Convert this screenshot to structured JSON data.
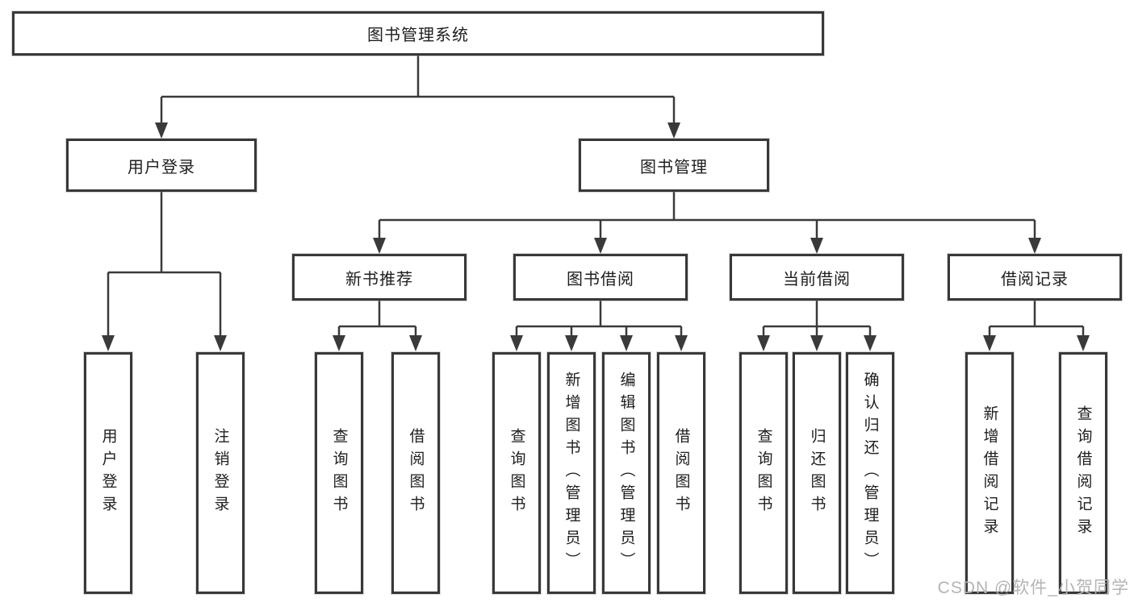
{
  "tree": {
    "label": "图书管理系统",
    "children": [
      {
        "label": "用户登录",
        "children": [
          {
            "label": "用户登录"
          },
          {
            "label": "注销登录"
          }
        ]
      },
      {
        "label": "图书管理",
        "children": [
          {
            "label": "新书推荐",
            "children": [
              {
                "label": "查询图书"
              },
              {
                "label": "借阅图书"
              }
            ]
          },
          {
            "label": "图书借阅",
            "children": [
              {
                "label": "查询图书"
              },
              {
                "label": "新增图书（管理员）"
              },
              {
                "label": "编辑图书（管理员）"
              },
              {
                "label": "借阅图书"
              }
            ]
          },
          {
            "label": "当前借阅",
            "children": [
              {
                "label": "查询图书"
              },
              {
                "label": "归还图书"
              },
              {
                "label": "确认归还（管理员）"
              }
            ]
          },
          {
            "label": "借阅记录",
            "children": [
              {
                "label": "新增借阅记录"
              },
              {
                "label": "查询借阅记录"
              }
            ]
          }
        ]
      }
    ]
  },
  "watermark": "CSDN @软件_小贺同学",
  "colors": {
    "line": "#3a3a3a",
    "text": "#1e1e1e",
    "watermark": "#b4b4b4",
    "background": "#ffffff"
  }
}
